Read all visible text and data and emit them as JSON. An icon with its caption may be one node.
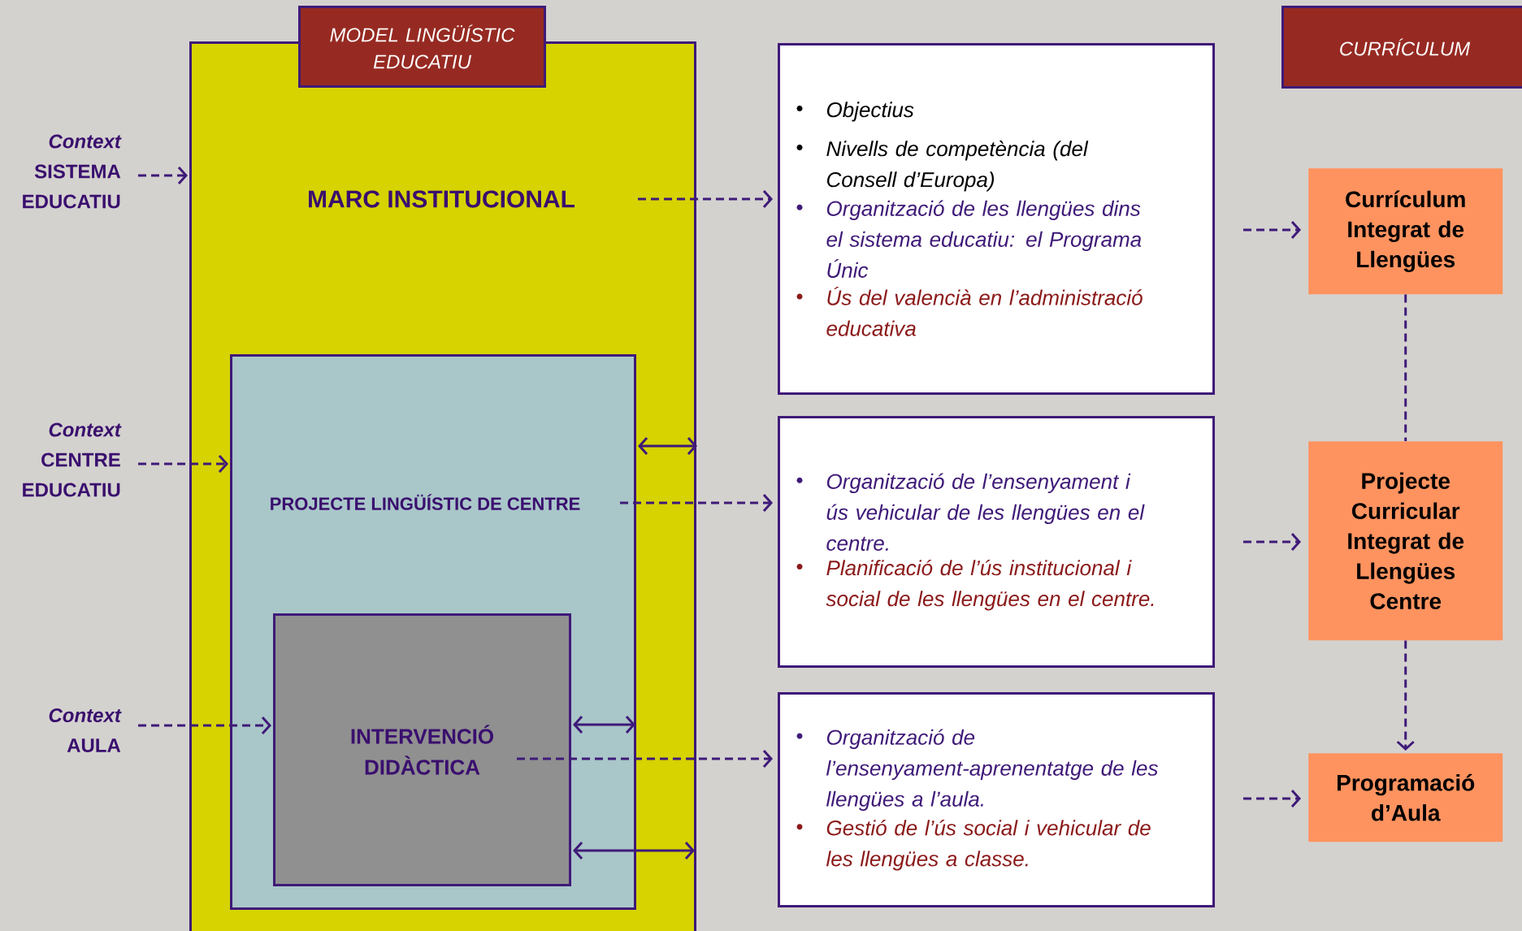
{
  "diagram": {
    "nodes": [
      {
        "text": [
          "MODEL LINGÜÍSTIC EDUCATIU"
        ]
      },
      {
        "text": [
          "MARC INSTITUCIONAL"
        ]
      },
      {
        "text": [
          "PROJECTE LINGÜÍSTIC DE CENTRE"
        ],
        "in": 1
      },
      {
        "text": [
          "INTERVENCIÓ DIDÀCTICA"
        ],
        "in": 2
      },
      {
        "text": [
          "Context",
          "SISTEMA EDUCATIU"
        ]
      },
      {
        "text": [
          "Context",
          "CENTRE EDUCATIU"
        ]
      },
      {
        "text": [
          "Context",
          "AULA"
        ]
      },
      {
        "text": [
          "Objectius",
          "Nivells de competència (del Consell d’Europa)",
          "Organització de les llengües dins el sistema educatiu: el Programa Únic",
          "Ús del valencià en l’administració educativa"
        ]
      },
      {
        "text": [
          "Organització de l’ensenyament i ús vehicular de les llengües en el centre.",
          "Planificació de l’ús institucional i social de les llengües en el centre."
        ]
      },
      {
        "text": [
          "Organització de l’ensenyament-aprenentatge de les llengües a l’aula.",
          "Gestió de l’ús social i vehicular de les llengües a classe."
        ]
      },
      {
        "text": [
          "CURRÍCULUM"
        ]
      },
      {
        "text": [
          "Currículum Integrat de Llengües"
        ]
      },
      {
        "text": [
          "Projecte Curricular Integrat de Llengües Centre"
        ]
      },
      {
        "text": [
          "Programació d’Aula"
        ]
      }
    ],
    "edges": [
      {
        "from": 4,
        "to": 1,
        "arrow": "to",
        "style": "dashed"
      },
      {
        "from": 5,
        "to": 2,
        "arrow": "to",
        "style": "dashed"
      },
      {
        "from": 6,
        "to": 3,
        "arrow": "to",
        "style": "dashed"
      },
      {
        "from": 1,
        "to": 7,
        "arrow": "to",
        "style": "dashed"
      },
      {
        "from": 2,
        "to": 8,
        "arrow": "to",
        "style": "dashed"
      },
      {
        "from": 3,
        "to": 9,
        "arrow": "to",
        "style": "dashed"
      },
      {
        "from": 2,
        "to": 1,
        "arrow": "both"
      },
      {
        "from": 3,
        "to": 2,
        "arrow": "both"
      },
      {
        "from": 3,
        "to": 1,
        "arrow": "both"
      },
      {
        "from": 7,
        "to": 11,
        "arrow": "to",
        "style": "dashed"
      },
      {
        "from": 8,
        "to": 12,
        "arrow": "to",
        "style": "dashed"
      },
      {
        "from": 9,
        "to": 13,
        "arrow": "to",
        "style": "dashed"
      },
      {
        "from": 11,
        "to": 12,
        "arrow": "none",
        "style": "dashed"
      },
      {
        "from": 12,
        "to": 13,
        "arrow": "to",
        "style": "dashed"
      }
    ]
  }
}
